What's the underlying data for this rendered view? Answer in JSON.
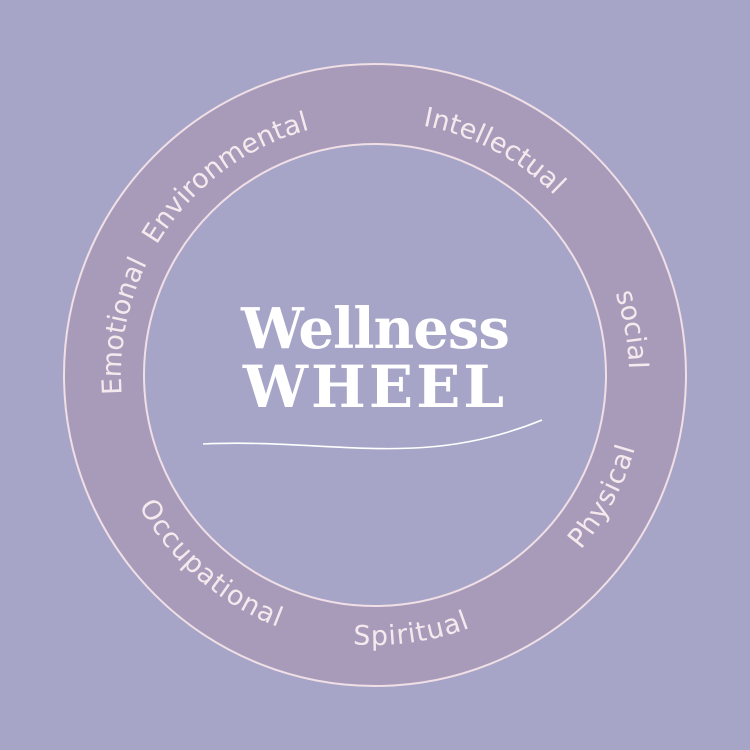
{
  "title": {
    "line1": "Wellness",
    "line2": "WHEEL"
  },
  "segments": [
    {
      "label": "Environmental",
      "center_angle": 233,
      "placement": "outer"
    },
    {
      "label": "Intellectual",
      "center_angle": 298,
      "placement": "outer"
    },
    {
      "label": "social",
      "center_angle": 350,
      "placement": "outer"
    },
    {
      "label": "Physical",
      "center_angle": 28,
      "placement": "inner"
    },
    {
      "label": "Spiritual",
      "center_angle": 82,
      "placement": "inner"
    },
    {
      "label": "Occupational",
      "center_angle": 131,
      "placement": "inner"
    },
    {
      "label": "Emotional",
      "center_angle": 191,
      "placement": "outer"
    }
  ],
  "colors": {
    "background": "#a6a5c8",
    "ring": "#a89bba",
    "ring_outline": "#f1dfe6",
    "label_text": "#f6e9ee",
    "title_text": "#ffffff",
    "swoosh": "#ffffff"
  }
}
